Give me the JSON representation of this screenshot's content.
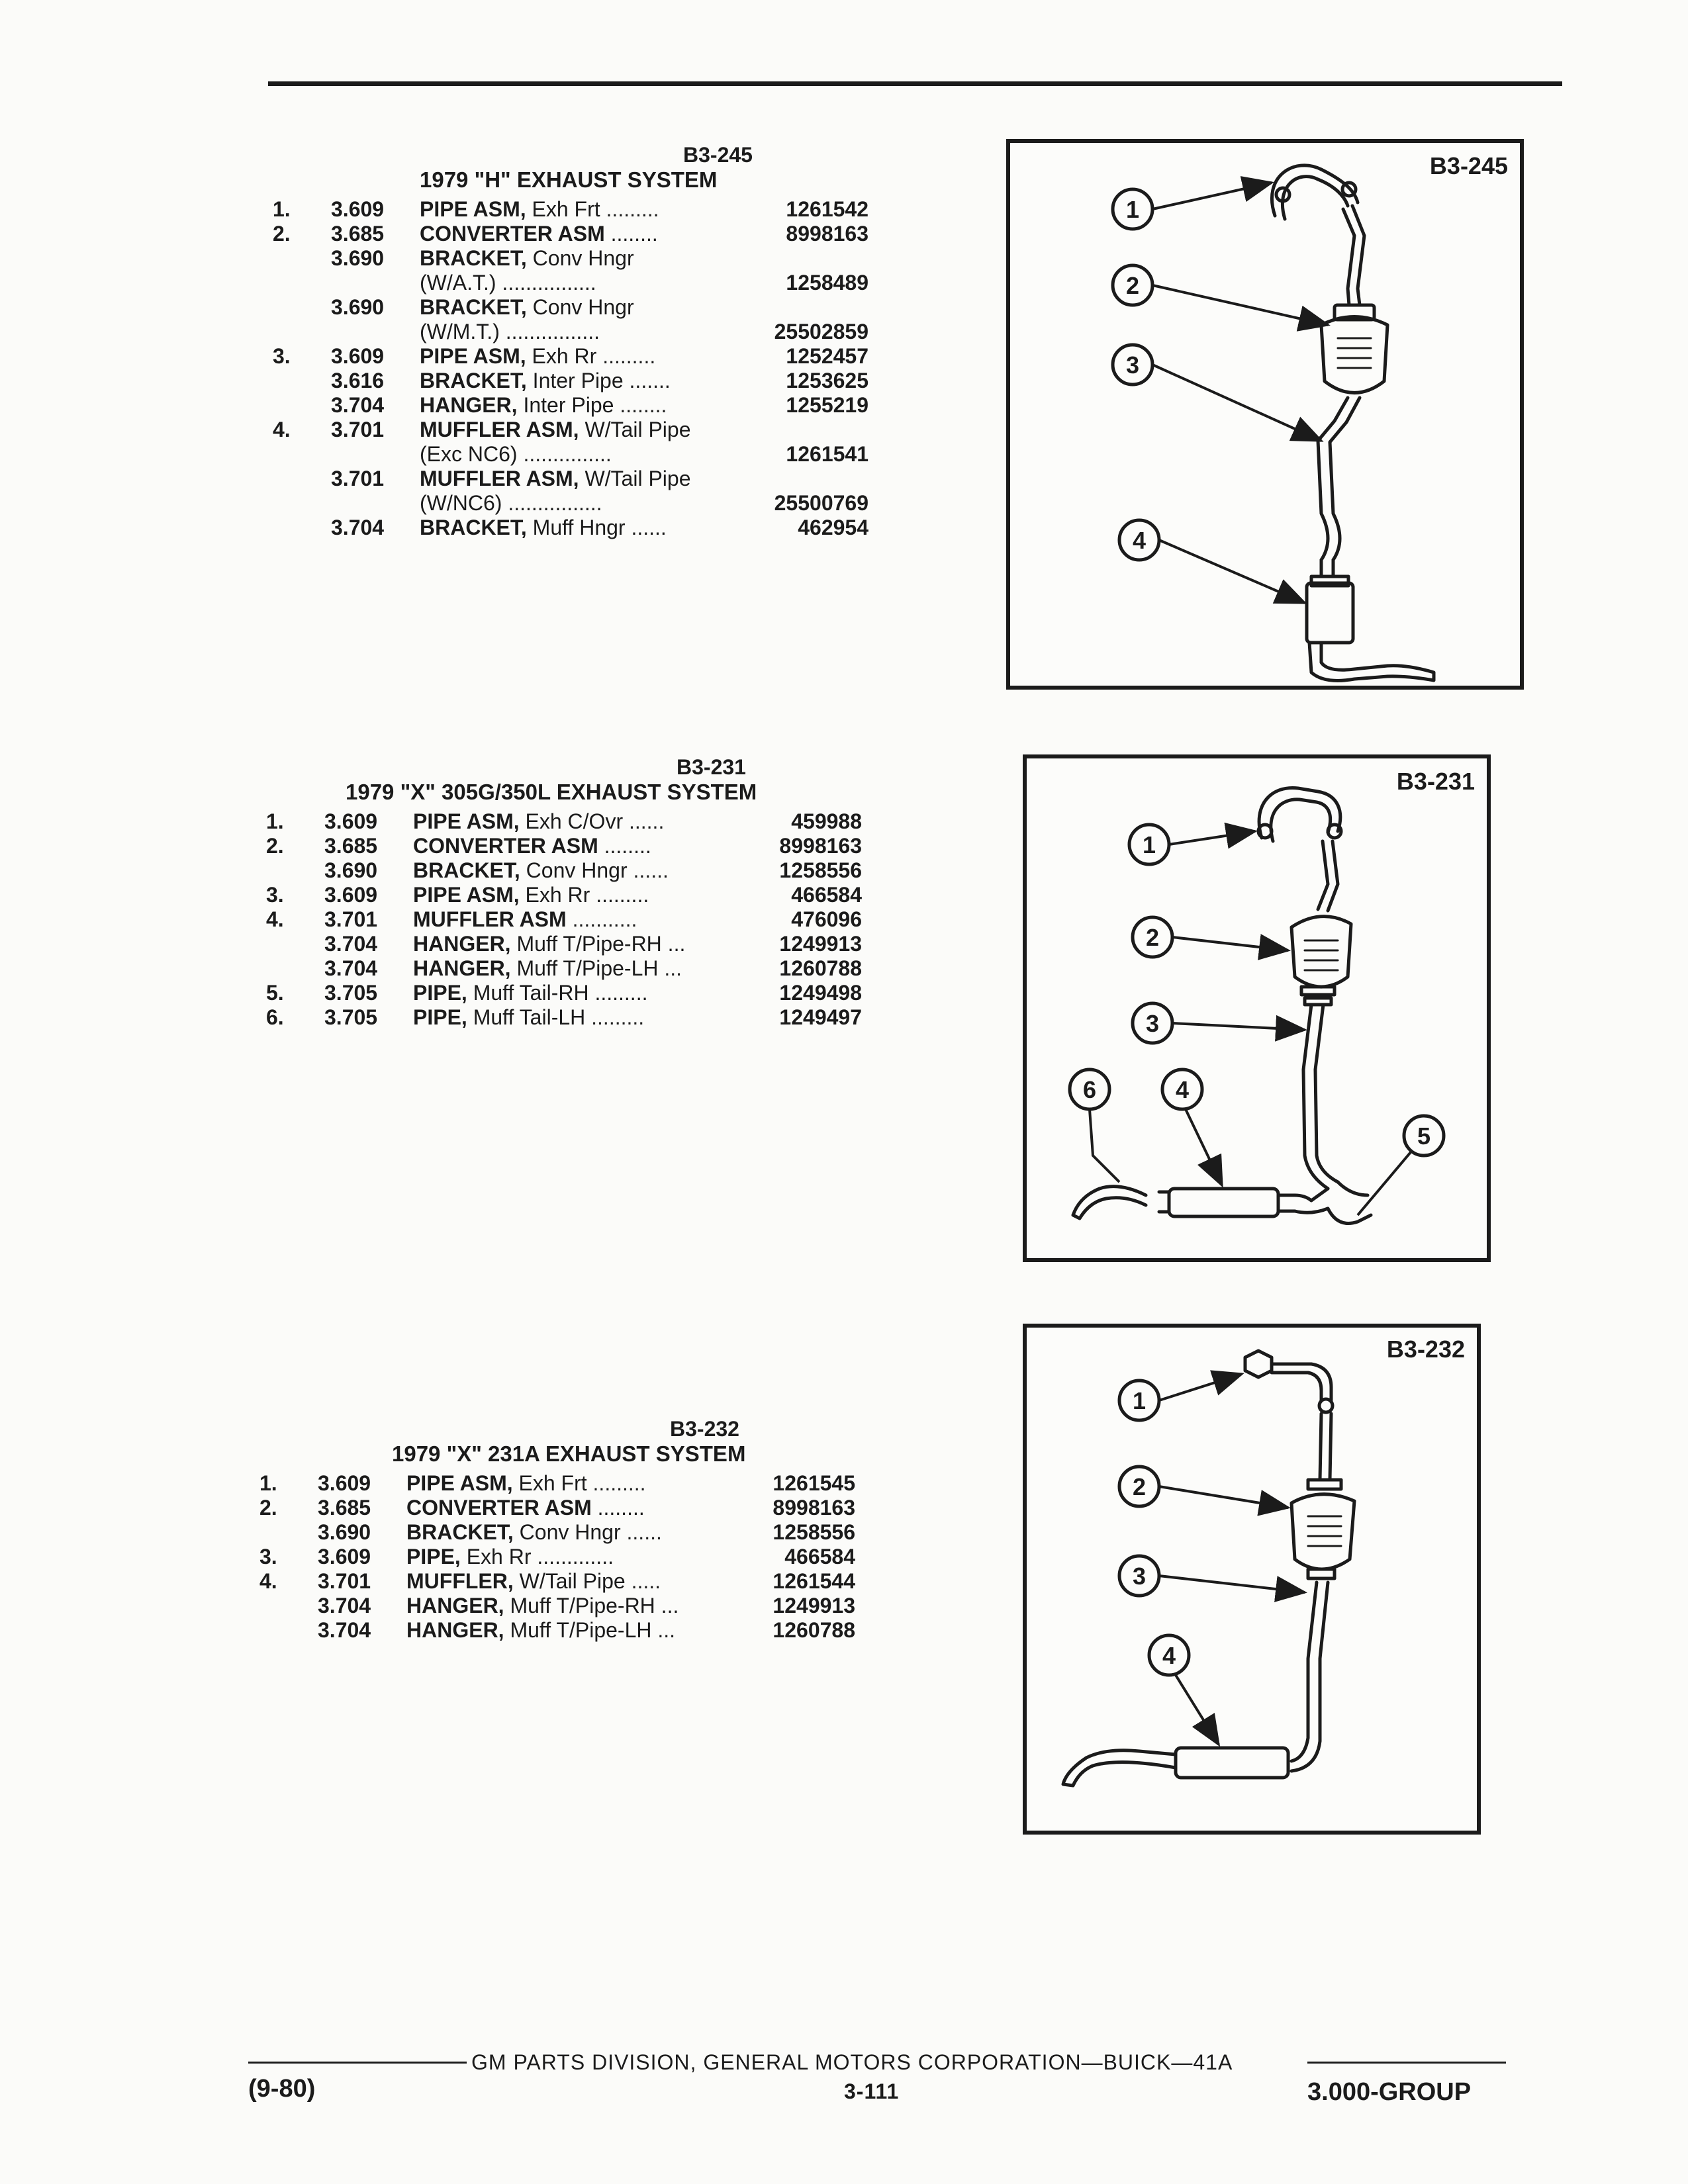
{
  "sections": [
    {
      "code": "B3-245",
      "title": "1979 \"H\" EXHAUST SYSTEM",
      "rows": [
        {
          "num": "1.",
          "grp": "3.609",
          "name": "PIPE ASM,",
          "rest": " Exh Frt",
          "dots": " .........",
          "pn": "1261542"
        },
        {
          "num": "2.",
          "grp": "3.685",
          "name": "CONVERTER ASM",
          "rest": "",
          "dots": " ........",
          "pn": "8998163"
        },
        {
          "num": "",
          "grp": "3.690",
          "name": "BRACKET,",
          "rest": " Conv Hngr",
          "dots": "",
          "pn": ""
        },
        {
          "num": "",
          "grp": "",
          "name": "",
          "rest": "(W/A.T.)",
          "dots": " ................",
          "pn": "1258489"
        },
        {
          "num": "",
          "grp": "3.690",
          "name": "BRACKET,",
          "rest": " Conv Hngr",
          "dots": "",
          "pn": ""
        },
        {
          "num": "",
          "grp": "",
          "name": "",
          "rest": "(W/M.T.)",
          "dots": " ................",
          "pn": "25502859"
        },
        {
          "num": "3.",
          "grp": "3.609",
          "name": "PIPE ASM,",
          "rest": " Exh Rr",
          "dots": " .........",
          "pn": "1252457"
        },
        {
          "num": "",
          "grp": "3.616",
          "name": "BRACKET,",
          "rest": " Inter Pipe",
          "dots": " .......",
          "pn": "1253625"
        },
        {
          "num": "",
          "grp": "3.704",
          "name": "HANGER,",
          "rest": " Inter Pipe",
          "dots": " ........",
          "pn": "1255219"
        },
        {
          "num": "4.",
          "grp": "3.701",
          "name": "MUFFLER ASM,",
          "rest": " W/Tail Pipe",
          "dots": "",
          "pn": ""
        },
        {
          "num": "",
          "grp": "",
          "name": "",
          "rest": "(Exc NC6)",
          "dots": " ...............",
          "pn": "1261541"
        },
        {
          "num": "",
          "grp": "3.701",
          "name": "MUFFLER ASM,",
          "rest": " W/Tail Pipe",
          "dots": "",
          "pn": ""
        },
        {
          "num": "",
          "grp": "",
          "name": "",
          "rest": "(W/NC6)",
          "dots": " ................",
          "pn": "25500769"
        },
        {
          "num": "",
          "grp": "3.704",
          "name": "BRACKET,",
          "rest": " Muff Hngr",
          "dots": " ......",
          "pn": "462954"
        }
      ]
    },
    {
      "code": "B3-231",
      "title": "1979 \"X\" 305G/350L EXHAUST SYSTEM",
      "rows": [
        {
          "num": "1.",
          "grp": "3.609",
          "name": "PIPE ASM,",
          "rest": " Exh C/Ovr",
          "dots": " ......",
          "pn": "459988"
        },
        {
          "num": "2.",
          "grp": "3.685",
          "name": "CONVERTER ASM",
          "rest": "",
          "dots": " ........",
          "pn": "8998163"
        },
        {
          "num": "",
          "grp": "3.690",
          "name": "BRACKET,",
          "rest": " Conv Hngr",
          "dots": " ......",
          "pn": "1258556"
        },
        {
          "num": "3.",
          "grp": "3.609",
          "name": "PIPE ASM,",
          "rest": " Exh Rr",
          "dots": " .........",
          "pn": "466584"
        },
        {
          "num": "4.",
          "grp": "3.701",
          "name": "MUFFLER ASM",
          "rest": "",
          "dots": " ...........",
          "pn": "476096"
        },
        {
          "num": "",
          "grp": "3.704",
          "name": "HANGER,",
          "rest": " Muff T/Pipe-RH",
          "dots": " ...",
          "pn": "1249913"
        },
        {
          "num": "",
          "grp": "3.704",
          "name": "HANGER,",
          "rest": " Muff T/Pipe-LH",
          "dots": " ...",
          "pn": "1260788"
        },
        {
          "num": "5.",
          "grp": "3.705",
          "name": "PIPE,",
          "rest": " Muff Tail-RH",
          "dots": " .........",
          "pn": "1249498"
        },
        {
          "num": "6.",
          "grp": "3.705",
          "name": "PIPE,",
          "rest": " Muff Tail-LH",
          "dots": " .........",
          "pn": "1249497"
        }
      ]
    },
    {
      "code": "B3-232",
      "title": "1979 \"X\" 231A EXHAUST SYSTEM",
      "rows": [
        {
          "num": "1.",
          "grp": "3.609",
          "name": "PIPE ASM,",
          "rest": " Exh Frt",
          "dots": " .........",
          "pn": "1261545"
        },
        {
          "num": "2.",
          "grp": "3.685",
          "name": "CONVERTER ASM",
          "rest": "",
          "dots": " ........",
          "pn": "8998163"
        },
        {
          "num": "",
          "grp": "3.690",
          "name": "BRACKET,",
          "rest": " Conv Hngr",
          "dots": " ......",
          "pn": "1258556"
        },
        {
          "num": "3.",
          "grp": "3.609",
          "name": "PIPE,",
          "rest": " Exh Rr",
          "dots": " .............",
          "pn": "466584"
        },
        {
          "num": "4.",
          "grp": "3.701",
          "name": "MUFFLER,",
          "rest": " W/Tail Pipe",
          "dots": " .....",
          "pn": "1261544"
        },
        {
          "num": "",
          "grp": "3.704",
          "name": "HANGER,",
          "rest": " Muff T/Pipe-RH",
          "dots": " ...",
          "pn": "1249913"
        },
        {
          "num": "",
          "grp": "3.704",
          "name": "HANGER,",
          "rest": " Muff T/Pipe-LH",
          "dots": " ...",
          "pn": "1260788"
        }
      ]
    }
  ],
  "figures": [
    {
      "label": "B3-245",
      "callouts": [
        "1",
        "2",
        "3",
        "4"
      ]
    },
    {
      "label": "B3-231",
      "callouts": [
        "1",
        "2",
        "3",
        "4",
        "5",
        "6"
      ]
    },
    {
      "label": "B3-232",
      "callouts": [
        "1",
        "2",
        "3",
        "4"
      ]
    }
  ],
  "footer": {
    "corp": "GM PARTS DIVISION, GENERAL MOTORS CORPORATION—BUICK—41A",
    "date": "(9-80)",
    "page": "3-111",
    "group": "3.000-GROUP"
  }
}
